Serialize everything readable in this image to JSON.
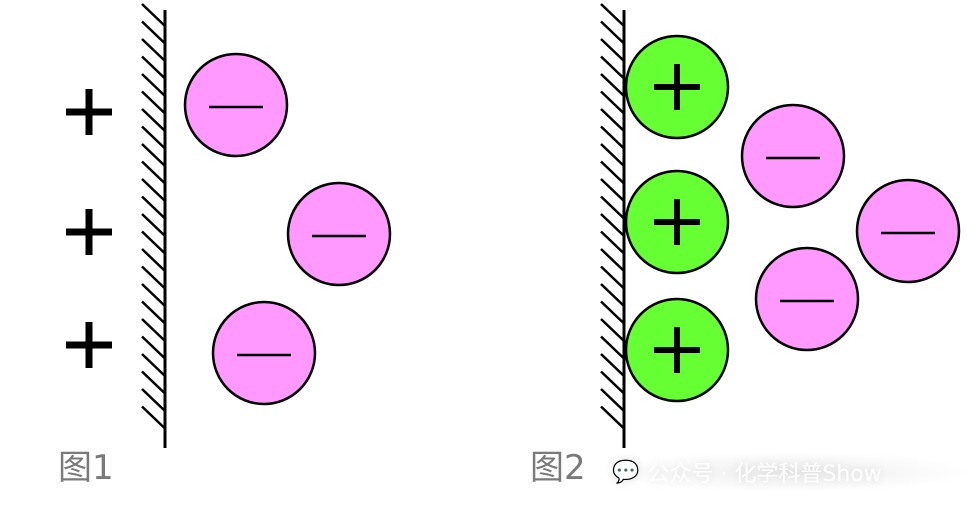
{
  "colors": {
    "anion": "#ff99ff",
    "cation": "#66ff33",
    "stroke": "#000000",
    "label": "#7a7a7a"
  },
  "figure1": {
    "label": "图1",
    "wall_charges": [
      "+",
      "+",
      "+"
    ],
    "ions": [
      {
        "type": "anion",
        "symbol": "—"
      },
      {
        "type": "anion",
        "symbol": "—"
      },
      {
        "type": "anion",
        "symbol": "—"
      }
    ]
  },
  "figure2": {
    "label": "图2",
    "ions": [
      {
        "type": "cation",
        "symbol": "+"
      },
      {
        "type": "cation",
        "symbol": "+"
      },
      {
        "type": "cation",
        "symbol": "+"
      },
      {
        "type": "anion",
        "symbol": "—"
      },
      {
        "type": "anion",
        "symbol": "—"
      },
      {
        "type": "anion",
        "symbol": "—"
      }
    ]
  },
  "watermark": {
    "icon": "wechat-icon",
    "text": "公众号 · 化学科普Show"
  }
}
